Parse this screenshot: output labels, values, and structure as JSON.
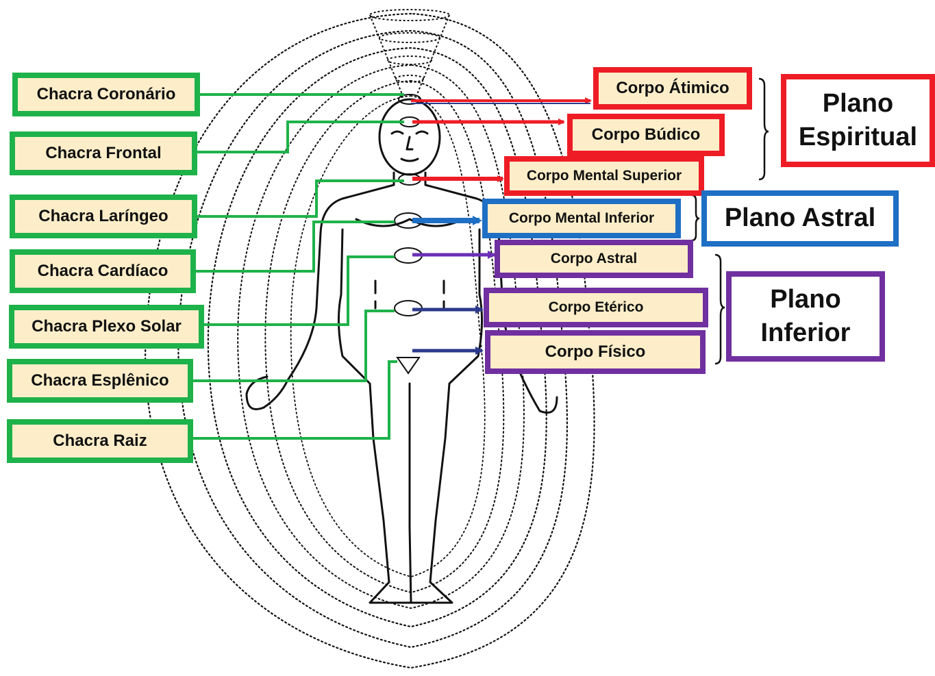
{
  "colors": {
    "chakra_border": "#1eb24a",
    "spiritual": "#ee1c25",
    "astral": "#1f6fc5",
    "inferior": "#7030a0",
    "label_fill": "#fdeec9"
  },
  "icons": [
    "human-figure-icon",
    "aura-lines-icon",
    "brace-icon"
  ],
  "chakras": [
    {
      "label": "Chacra Coronário"
    },
    {
      "label": "Chacra Frontal"
    },
    {
      "label": "Chacra Laríngeo"
    },
    {
      "label": "Chacra Cardíaco"
    },
    {
      "label": "Chacra Plexo Solar"
    },
    {
      "label": "Chacra Esplênico"
    },
    {
      "label": "Chacra Raiz"
    }
  ],
  "bodies": [
    {
      "label": "Corpo Átimico"
    },
    {
      "label": "Corpo Búdico"
    },
    {
      "label": "Corpo Mental Superior"
    },
    {
      "label": "Corpo Mental Inferior"
    },
    {
      "label": "Corpo Astral"
    },
    {
      "label": "Corpo Etérico"
    },
    {
      "label": "Corpo Físico"
    }
  ],
  "planes": {
    "spiritual": "Plano Espiritual",
    "astral": "Plano Astral",
    "inferior": "Plano Inferior"
  }
}
